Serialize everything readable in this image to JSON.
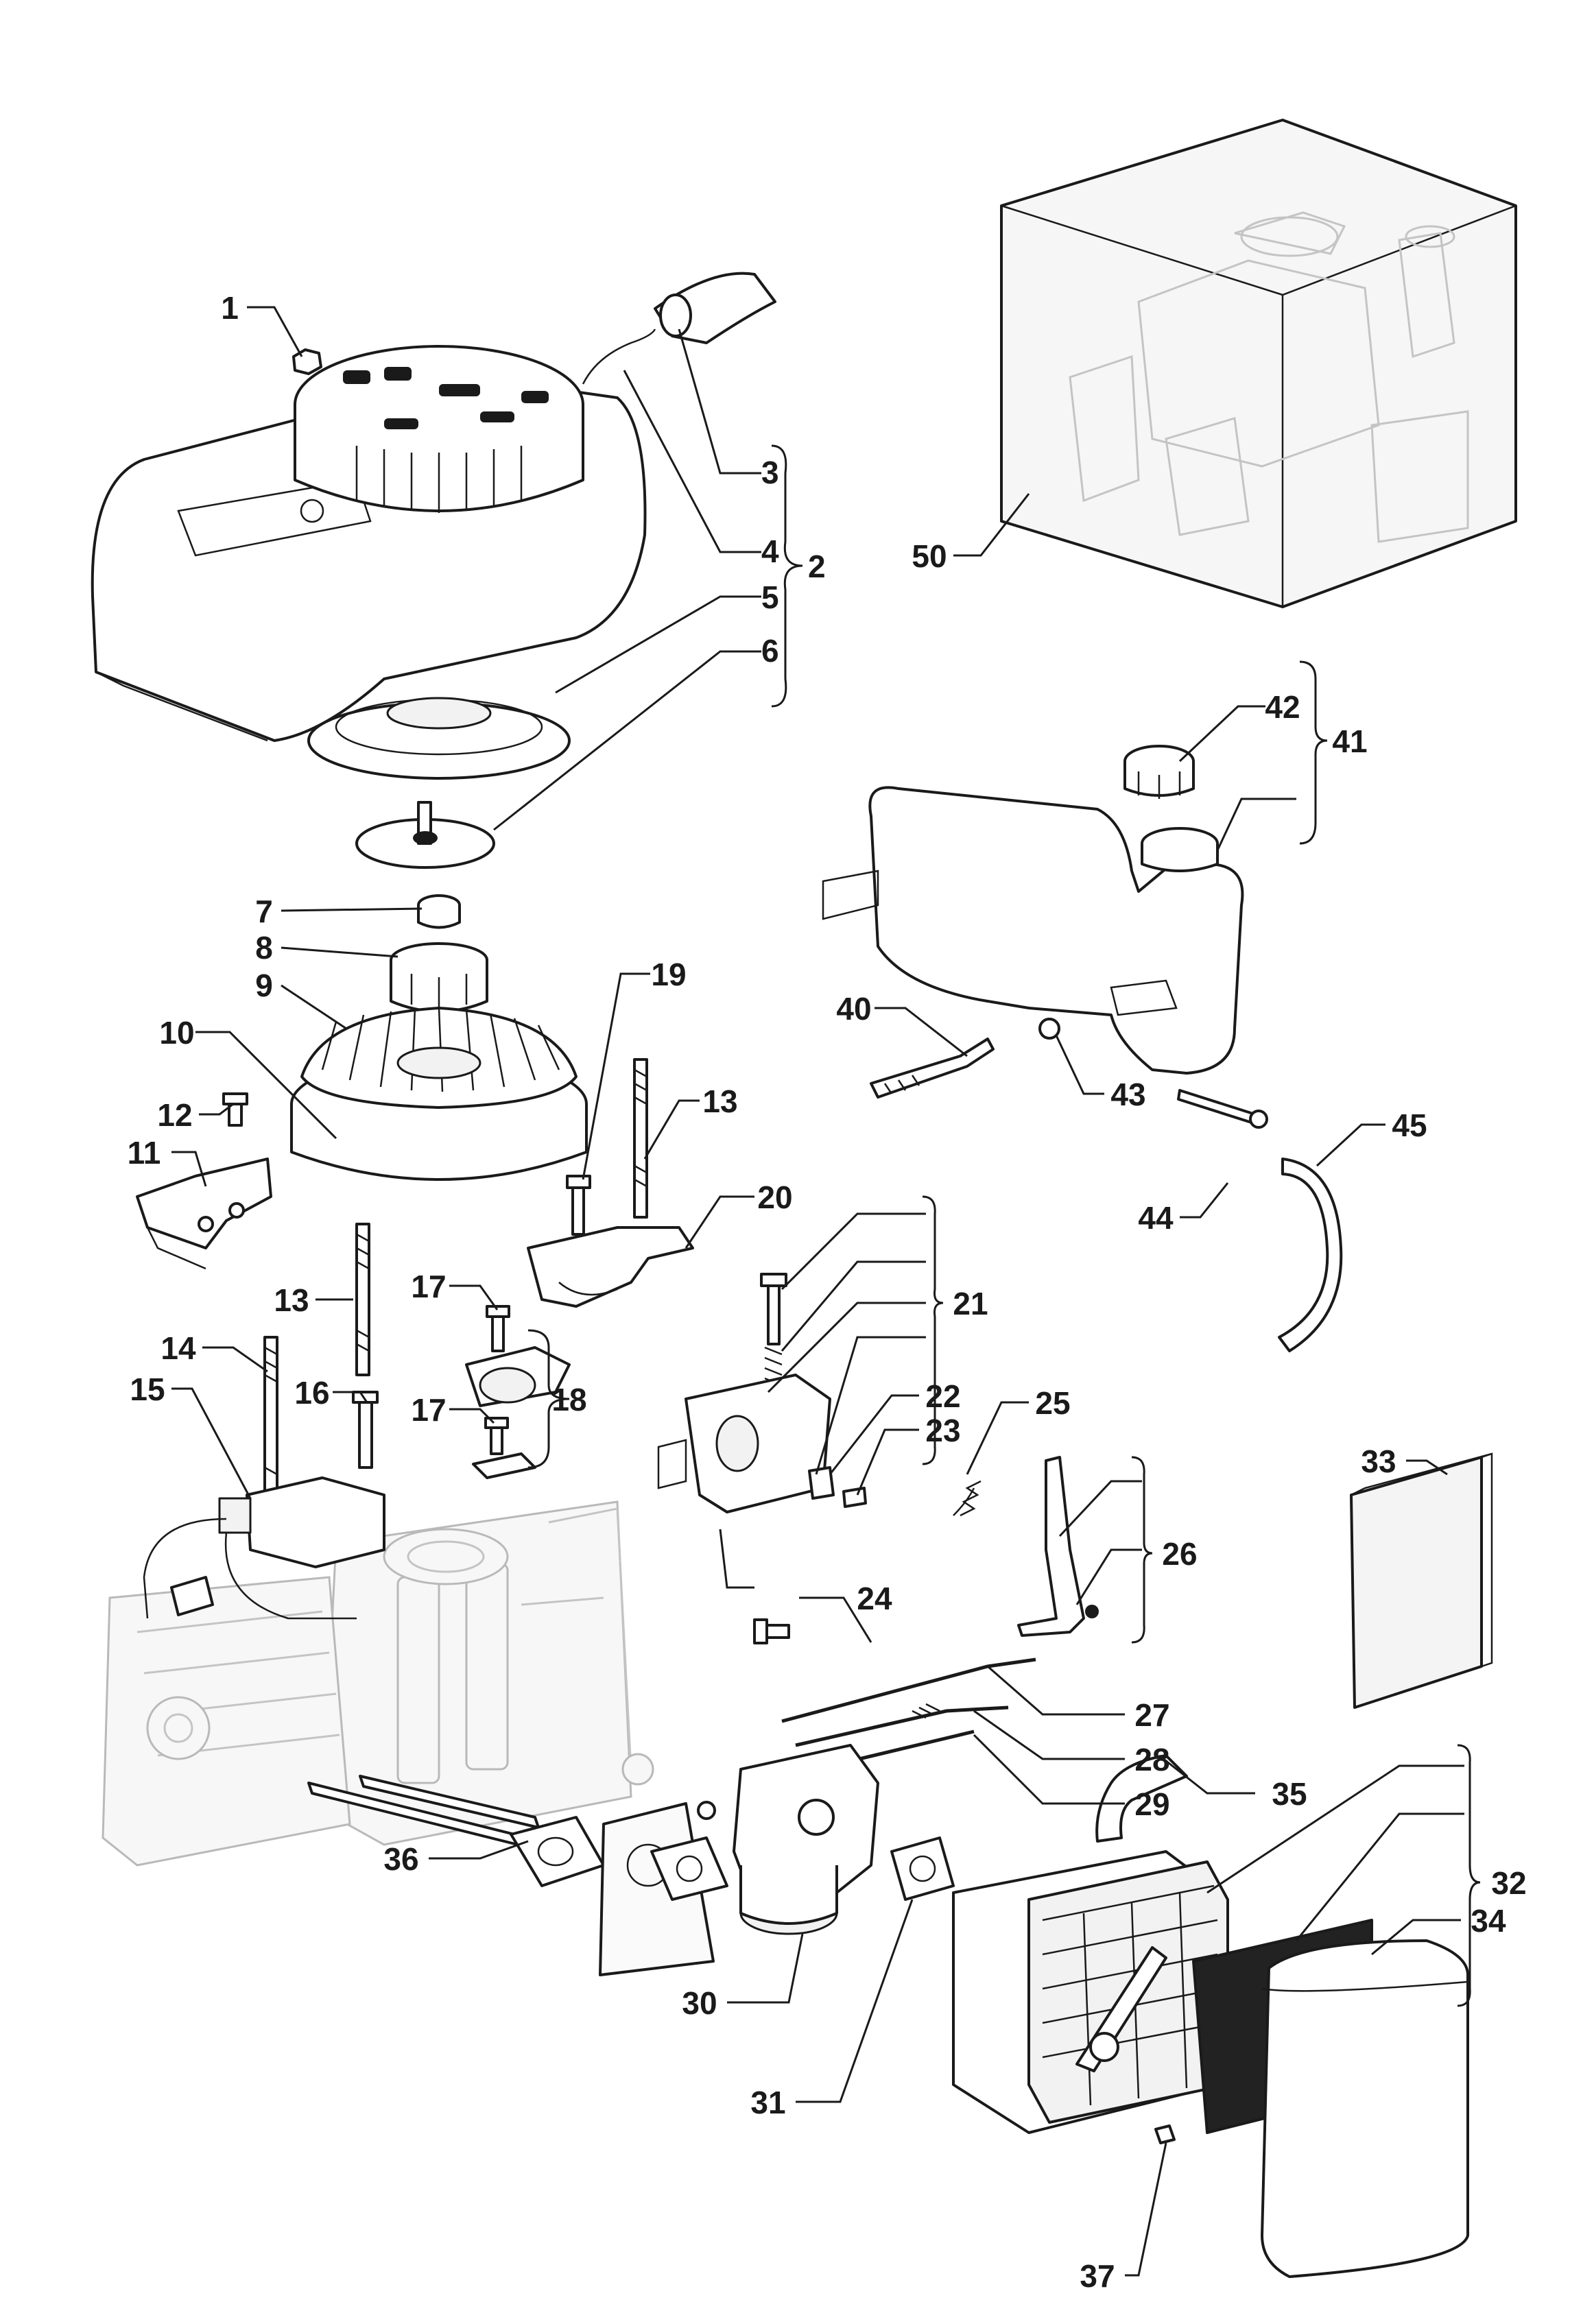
{
  "labels": {
    "l1": "1",
    "l2": "2",
    "l3": "3",
    "l4": "4",
    "l5": "5",
    "l6": "6",
    "l7": "7",
    "l8": "8",
    "l9": "9",
    "l10": "10",
    "l11": "11",
    "l12": "12",
    "l13a": "13",
    "l13b": "13",
    "l14": "14",
    "l15": "15",
    "l16": "16",
    "l17a": "17",
    "l17b": "17",
    "l18": "18",
    "l19": "19",
    "l20": "20",
    "l21": "21",
    "l22": "22",
    "l23": "23",
    "l24": "24",
    "l25": "25",
    "l26": "26",
    "l27": "27",
    "l28": "28",
    "l29": "29",
    "l30": "30",
    "l31": "31",
    "l32": "32",
    "l33": "33",
    "l34": "34",
    "l35": "35",
    "l36": "36",
    "l37": "37",
    "l40": "40",
    "l41": "41",
    "l42": "42",
    "l43": "43",
    "l44": "44",
    "l45": "45",
    "l50": "50"
  }
}
